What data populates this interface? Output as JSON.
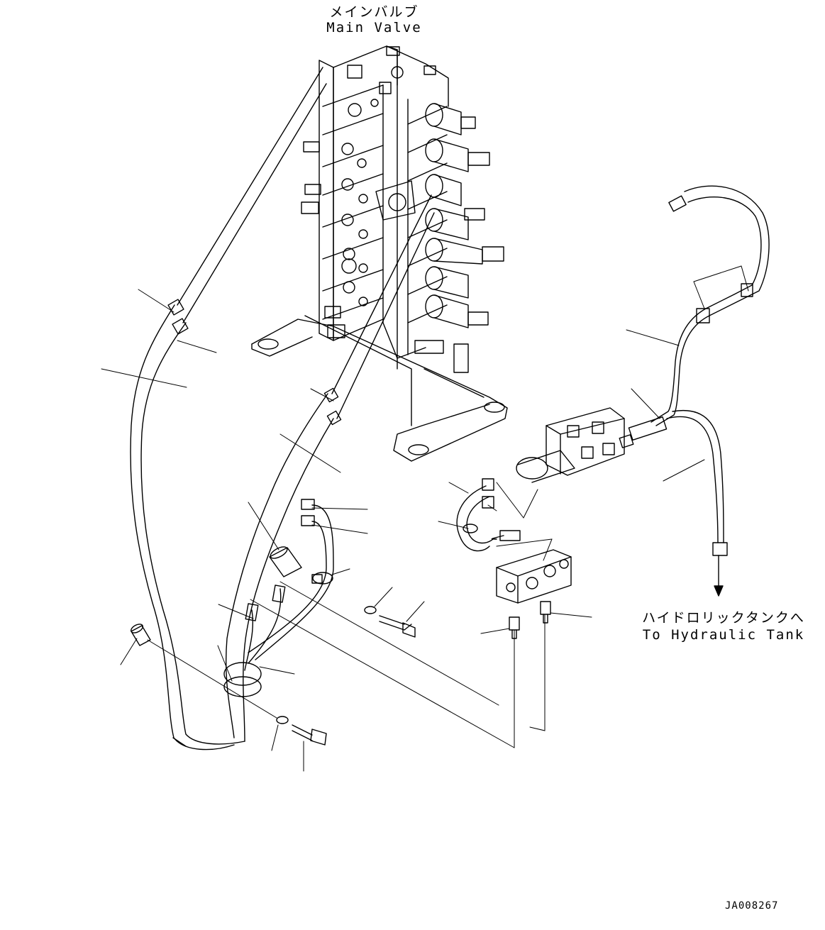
{
  "labels": {
    "main_valve_jp": "メインバルブ",
    "main_valve_en": "Main Valve",
    "tank_jp": "ハイドロリックタンクへ",
    "tank_en": "To Hydraulic Tank",
    "drawing_code": "JA008267"
  },
  "colors": {
    "line": "#000000",
    "background": "#ffffff"
  }
}
